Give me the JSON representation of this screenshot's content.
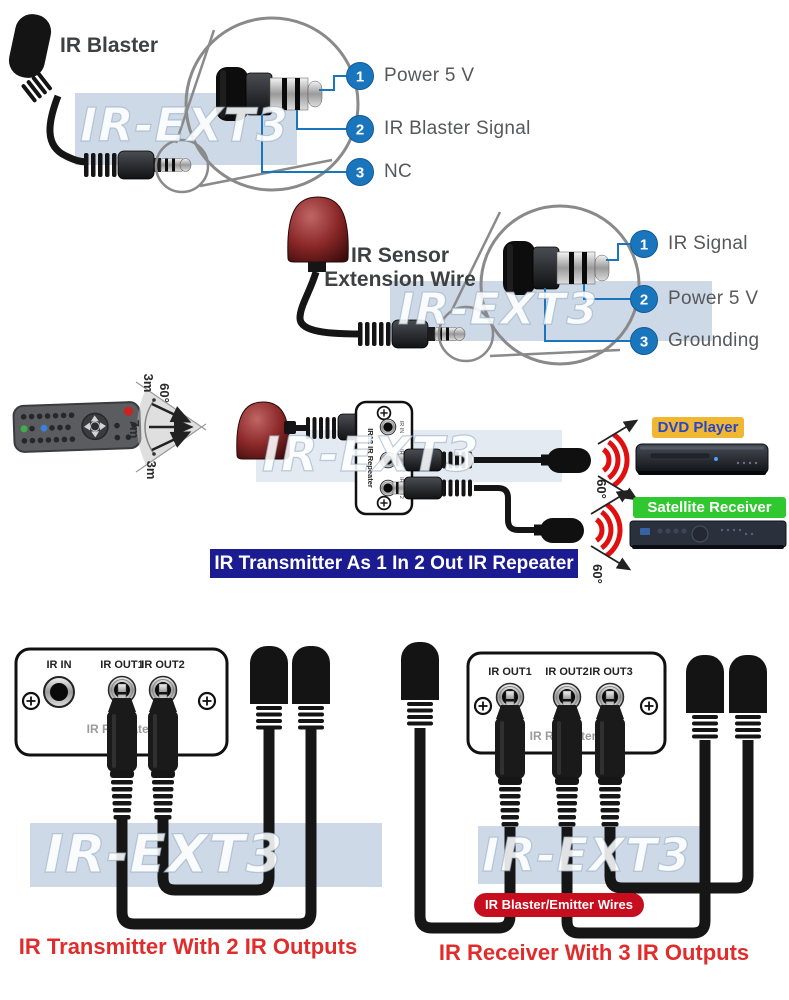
{
  "product_watermark": "IR-EXT3",
  "colors": {
    "accent_blue": "#1a76bc",
    "watermark_band": "#cdd9e6",
    "label_gray": "#57585a",
    "title_gray": "#3f4041",
    "banner_bg": "#1b1b92",
    "caption_red": "#e12c2c",
    "dvd_badge_bg": "#f0b732",
    "dvd_badge_text": "#2a46c8",
    "sat_badge_bg": "#2fc82f",
    "wire_tag_bg": "#c60e1e",
    "ir_wave_red": "#e01010"
  },
  "ir_blaster": {
    "title": "IR Blaster",
    "pins": [
      {
        "num": "1",
        "label": "Power 5 V"
      },
      {
        "num": "2",
        "label": "IR Blaster Signal"
      },
      {
        "num": "3",
        "label": "NC"
      }
    ]
  },
  "ir_sensor": {
    "title_line1": "IR Sensor",
    "title_line2": "Extension Wire",
    "pins": [
      {
        "num": "1",
        "label": "IR Signal"
      },
      {
        "num": "2",
        "label": "Power 5 V"
      },
      {
        "num": "3",
        "label": "Grounding"
      }
    ]
  },
  "repeater_diagram": {
    "range": {
      "top": "3m",
      "angle": "60°",
      "mid": "7m",
      "bottom": "3m"
    },
    "unit_label": "IR12 IR Repeater",
    "jacks": [
      "IR IN",
      "IR OUT1",
      "IR OUT2"
    ],
    "emitter_angles": [
      "60°",
      "60°"
    ],
    "dvd_label": "DVD Player",
    "sat_label": "Satellite Receiver",
    "banner": "IR Transmitter As 1 In 2 Out IR Repeater"
  },
  "transmitter_panel": {
    "jacks": [
      "IR IN",
      "IR OUT1",
      "IR OUT2"
    ],
    "unit_label": "IR Repeater",
    "caption": "IR Transmitter With 2 IR Outputs"
  },
  "receiver_panel": {
    "jacks": [
      "IR OUT1",
      "IR OUT2",
      "IR OUT3"
    ],
    "unit_label": "IR Repeater",
    "wire_tag": "IR Blaster/Emitter Wires",
    "caption": "IR Receiver With 3 IR Outputs"
  }
}
